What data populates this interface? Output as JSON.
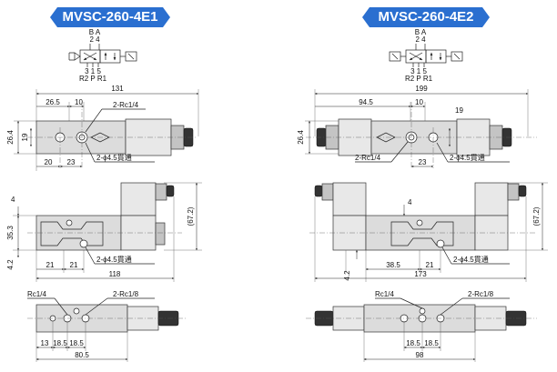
{
  "models": {
    "left": {
      "title": "MVSC-260-4E1"
    },
    "right": {
      "title": "MVSC-260-4E2"
    }
  },
  "symbol": {
    "top_ports": "B A",
    "top_nums": "2 4",
    "bottom_nums": "3 1 5",
    "bottom_ports": "R2 P R1"
  },
  "left": {
    "top_view": {
      "overall": "131",
      "d1": "26.5",
      "d2": "10",
      "height": "26.4",
      "width": "19",
      "d3": "20",
      "d4": "23",
      "port_label": "2-Rc1/4",
      "hole_label": "2-ϕ4.5貫通"
    },
    "front_view": {
      "d_4": "4",
      "d_353": "35.3",
      "d_42": "4.2",
      "d_21a": "21",
      "d_21b": "21",
      "height": "(67.2)",
      "length": "118",
      "hole_label": "2-ϕ4.5貫通"
    },
    "bottom_view": {
      "port_a": "Rc1/4",
      "port_b": "2-Rc1/8",
      "d1": "13",
      "d2": "18.5",
      "d3": "18.5",
      "length": "80.5"
    }
  },
  "right": {
    "top_view": {
      "overall": "199",
      "d1": "94.5",
      "d2": "10",
      "height": "26.4",
      "width": "19",
      "d3": "23",
      "port_label": "2-Rc1/4",
      "hole_label": "2-ϕ4.5貫通"
    },
    "front_view": {
      "d_4": "4",
      "d_42": "4.2",
      "d_385": "38.5",
      "d_21": "21",
      "height": "(67.2)",
      "length": "173",
      "hole_label": "2-ϕ4.5貫通"
    },
    "bottom_view": {
      "port_a": "Rc1/4",
      "port_b": "2-Rc1/8",
      "d1": "18.5",
      "d2": "18.5",
      "length": "98"
    }
  }
}
